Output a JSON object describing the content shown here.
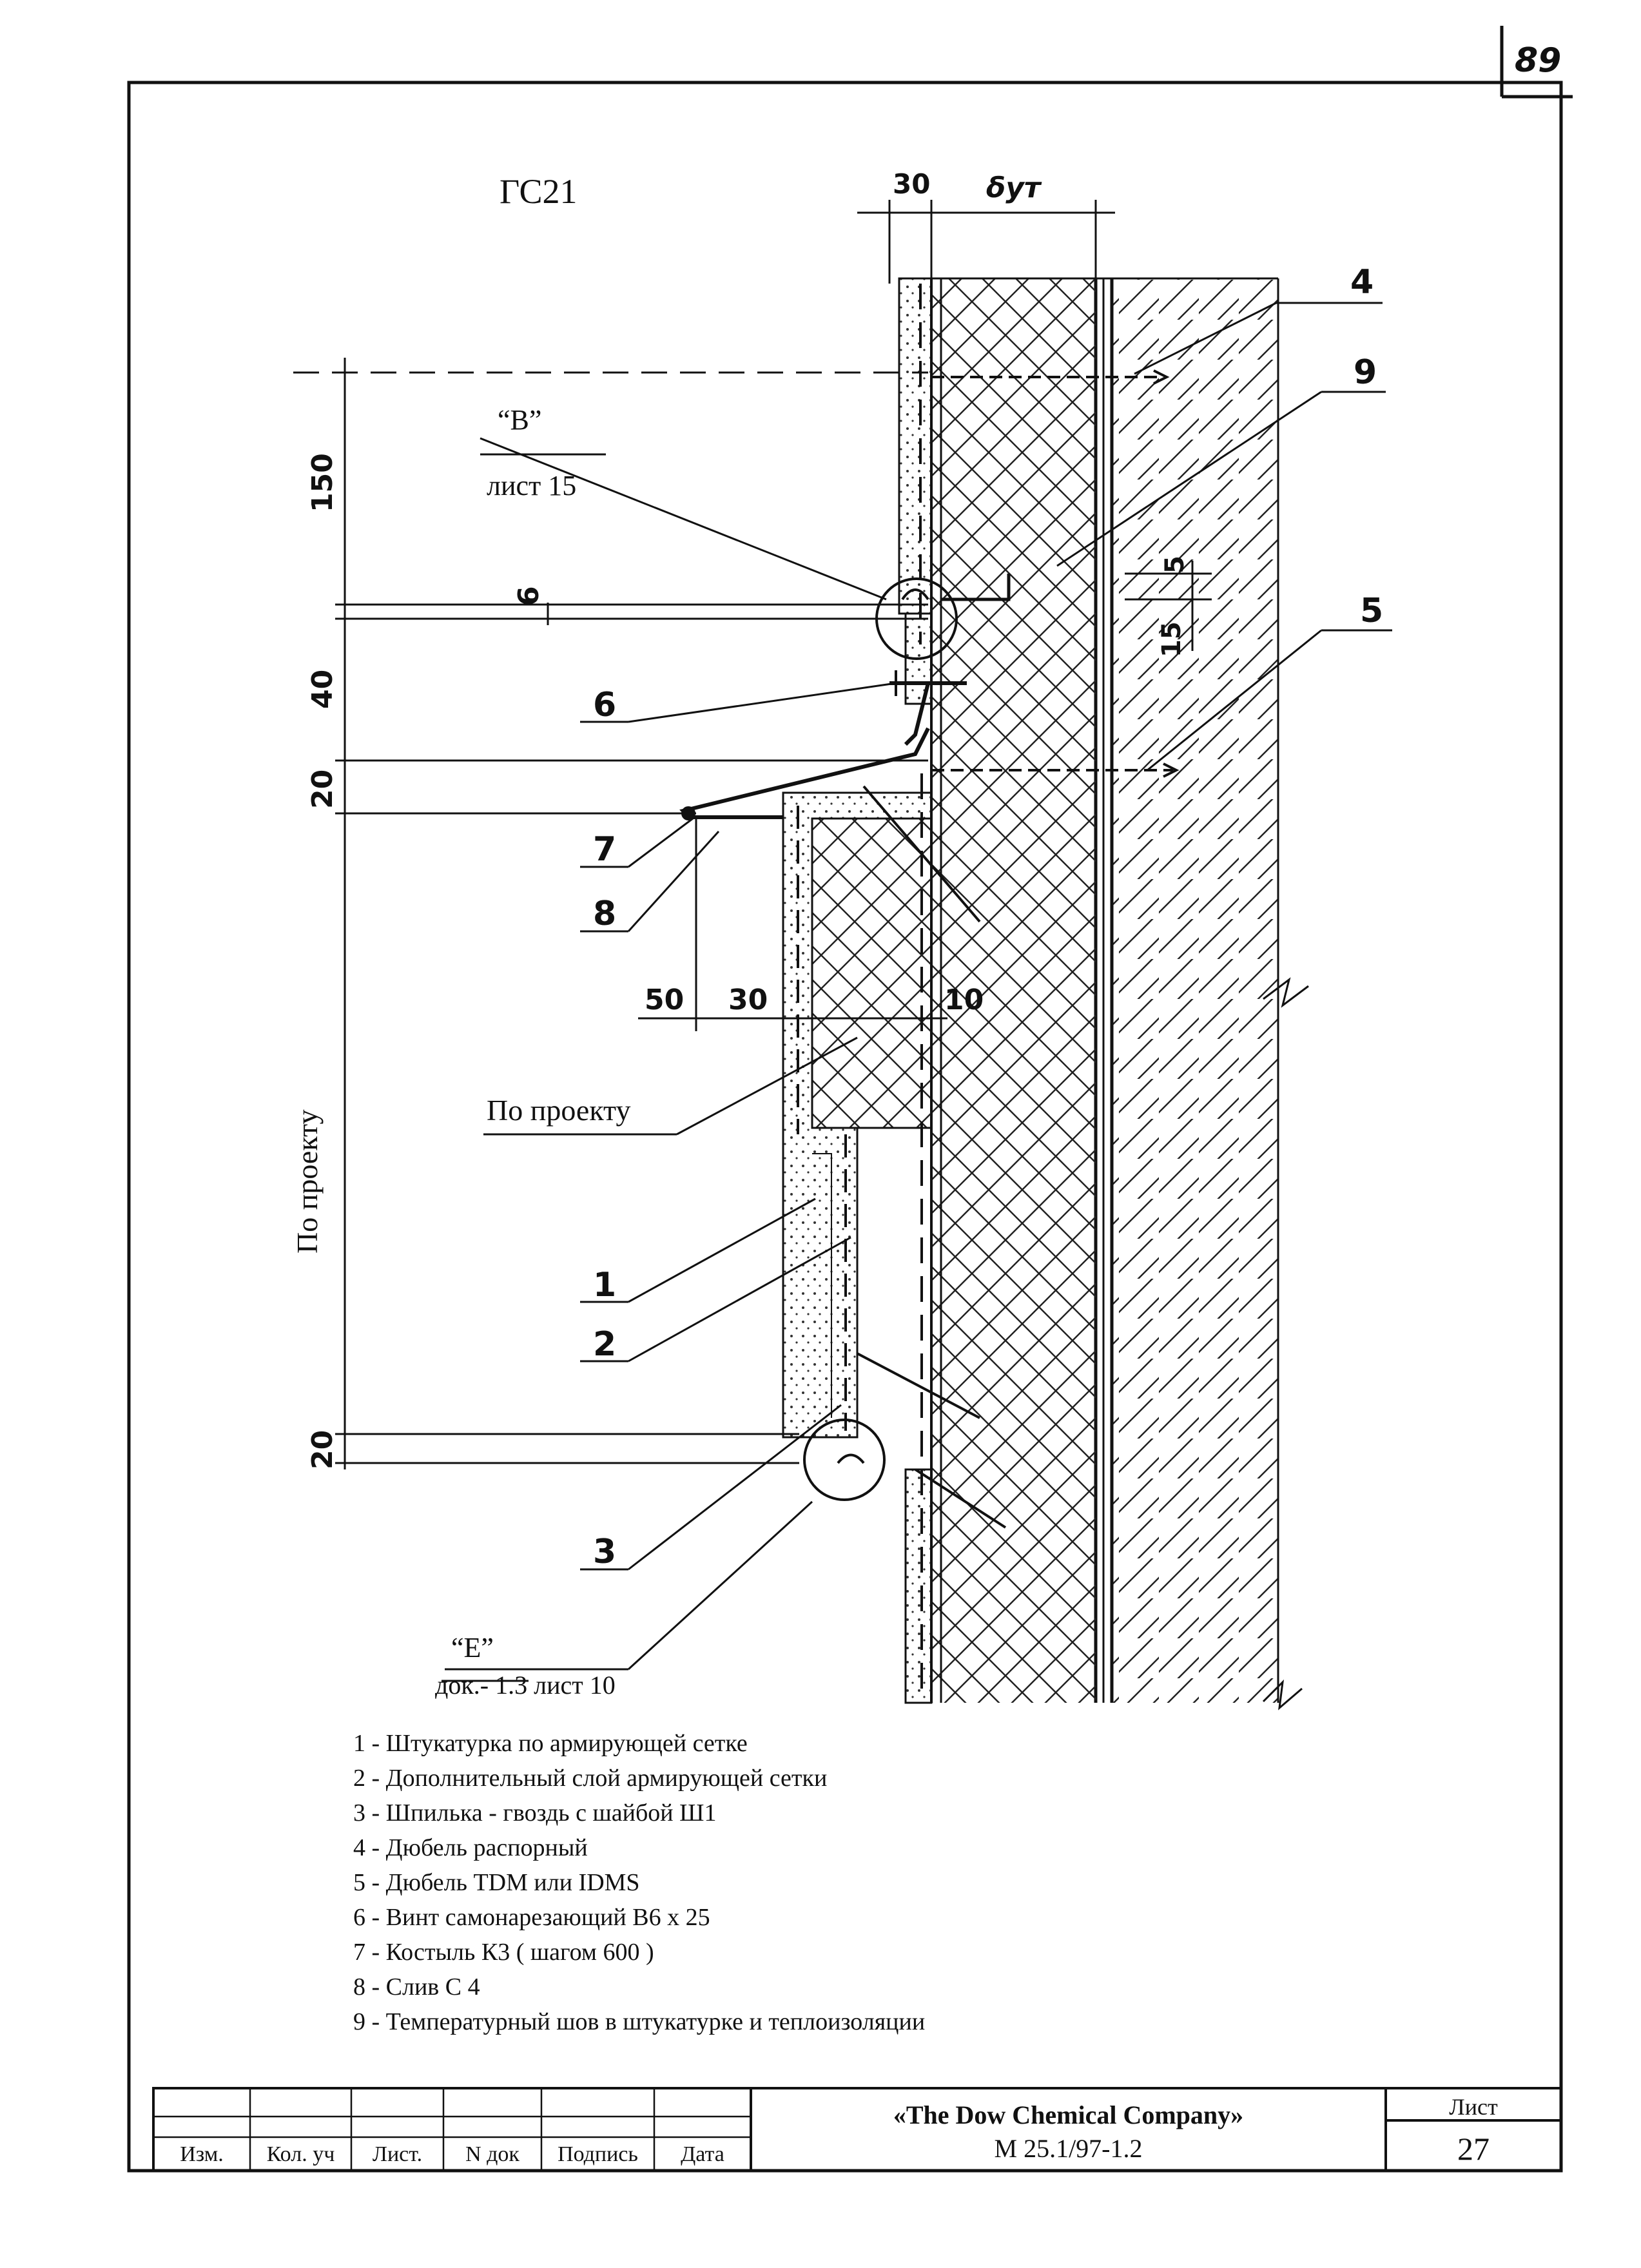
{
  "sheet_number_top": "89",
  "drawing_code": "ГС21",
  "dimensions": {
    "top_30": "30",
    "top_delta": "δут",
    "left_150": "150",
    "left_6": "6",
    "left_40": "40",
    "left_20_upper": "20",
    "left_by_project": "По проекту",
    "left_20_lower": "20",
    "right_5": "5",
    "right_15": "15",
    "bottom_50": "50",
    "bottom_30": "30",
    "bottom_10": "10"
  },
  "callouts": {
    "c1": "1",
    "c2": "2",
    "c3": "3",
    "c4": "4",
    "c5": "5",
    "c6": "6",
    "c7": "7",
    "c8": "8",
    "c9": "9"
  },
  "references": {
    "ref_b_label": "“В”",
    "ref_b_sheet": "лист 15",
    "ref_e_label": "“Е”",
    "ref_e_doc": "док.- 1.3 лист 10",
    "by_project_label": "По проекту"
  },
  "legend": [
    "1 - Штукатурка по армирующей сетке",
    "2 - Дополнительный  слой армирующей сетки",
    "3 - Шпилька - гвоздь с шайбой Ш1",
    "4 - Дюбель распорный",
    "5 - Дюбель  TDM или  IDMS",
    "6 - Винт самонарезающий В6 х 25",
    "7 - Костыль К3 ( шагом 600 )",
    "8 - Слив С 4",
    "9 - Температурный шов в штукатурке и теплоизоляции"
  ],
  "title_block": {
    "headers": [
      "Изм.",
      "Кол. уч",
      "Лист.",
      "N док",
      "Подпись",
      "Дата"
    ],
    "company": "«The Dow Chemical Company»",
    "doc_code": "М 25.1/97-1.2",
    "sheet_label": "Лист",
    "sheet_value": "27"
  }
}
